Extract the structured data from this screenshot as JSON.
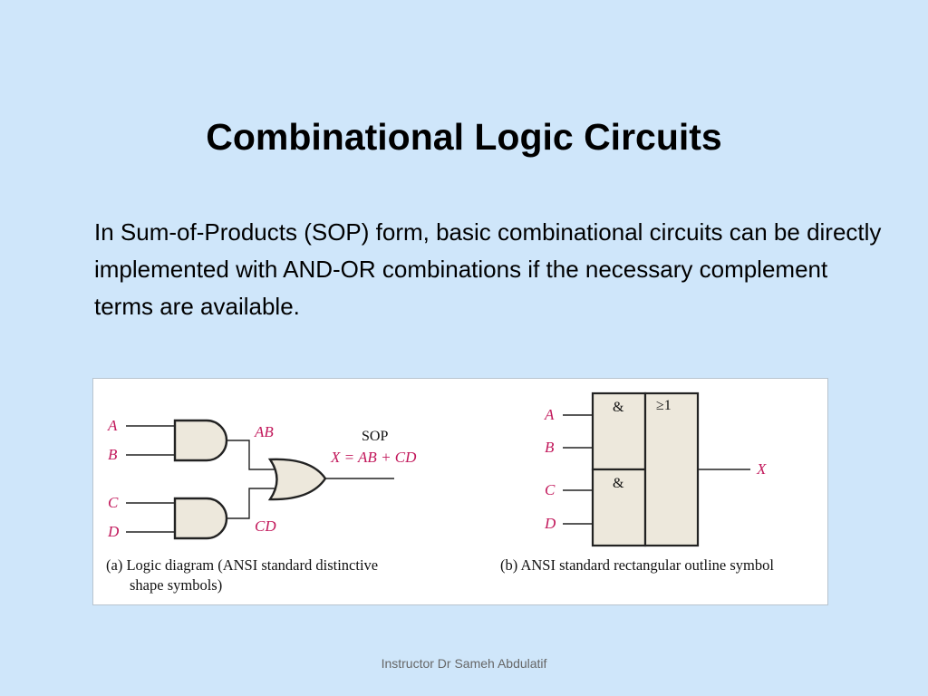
{
  "slide": {
    "title": "Combinational Logic Circuits",
    "body": "In Sum-of-Products (SOP) form, basic combinational circuits can be directly implemented with AND-OR combinations if the necessary complement terms are available.",
    "footer": "Instructor Dr Sameh Abdulatif"
  },
  "figure": {
    "colors": {
      "signal": "#c2185b",
      "gate_fill": "#ede8dc",
      "stroke": "#222222"
    },
    "left_diagram": {
      "inputs": [
        "A",
        "B",
        "C",
        "D"
      ],
      "and_output_top": "AB",
      "and_output_bottom": "CD",
      "sop_label": "SOP",
      "expression": "X = AB + CD",
      "caption_line1": "(a) Logic diagram (ANSI standard distinctive",
      "caption_line2": "shape symbols)"
    },
    "right_diagram": {
      "inputs": [
        "A",
        "B",
        "C",
        "D"
      ],
      "and_symbol": "&",
      "or_symbol": "≥1",
      "output": "X",
      "caption": "(b) ANSI standard rectangular outline symbol"
    }
  }
}
